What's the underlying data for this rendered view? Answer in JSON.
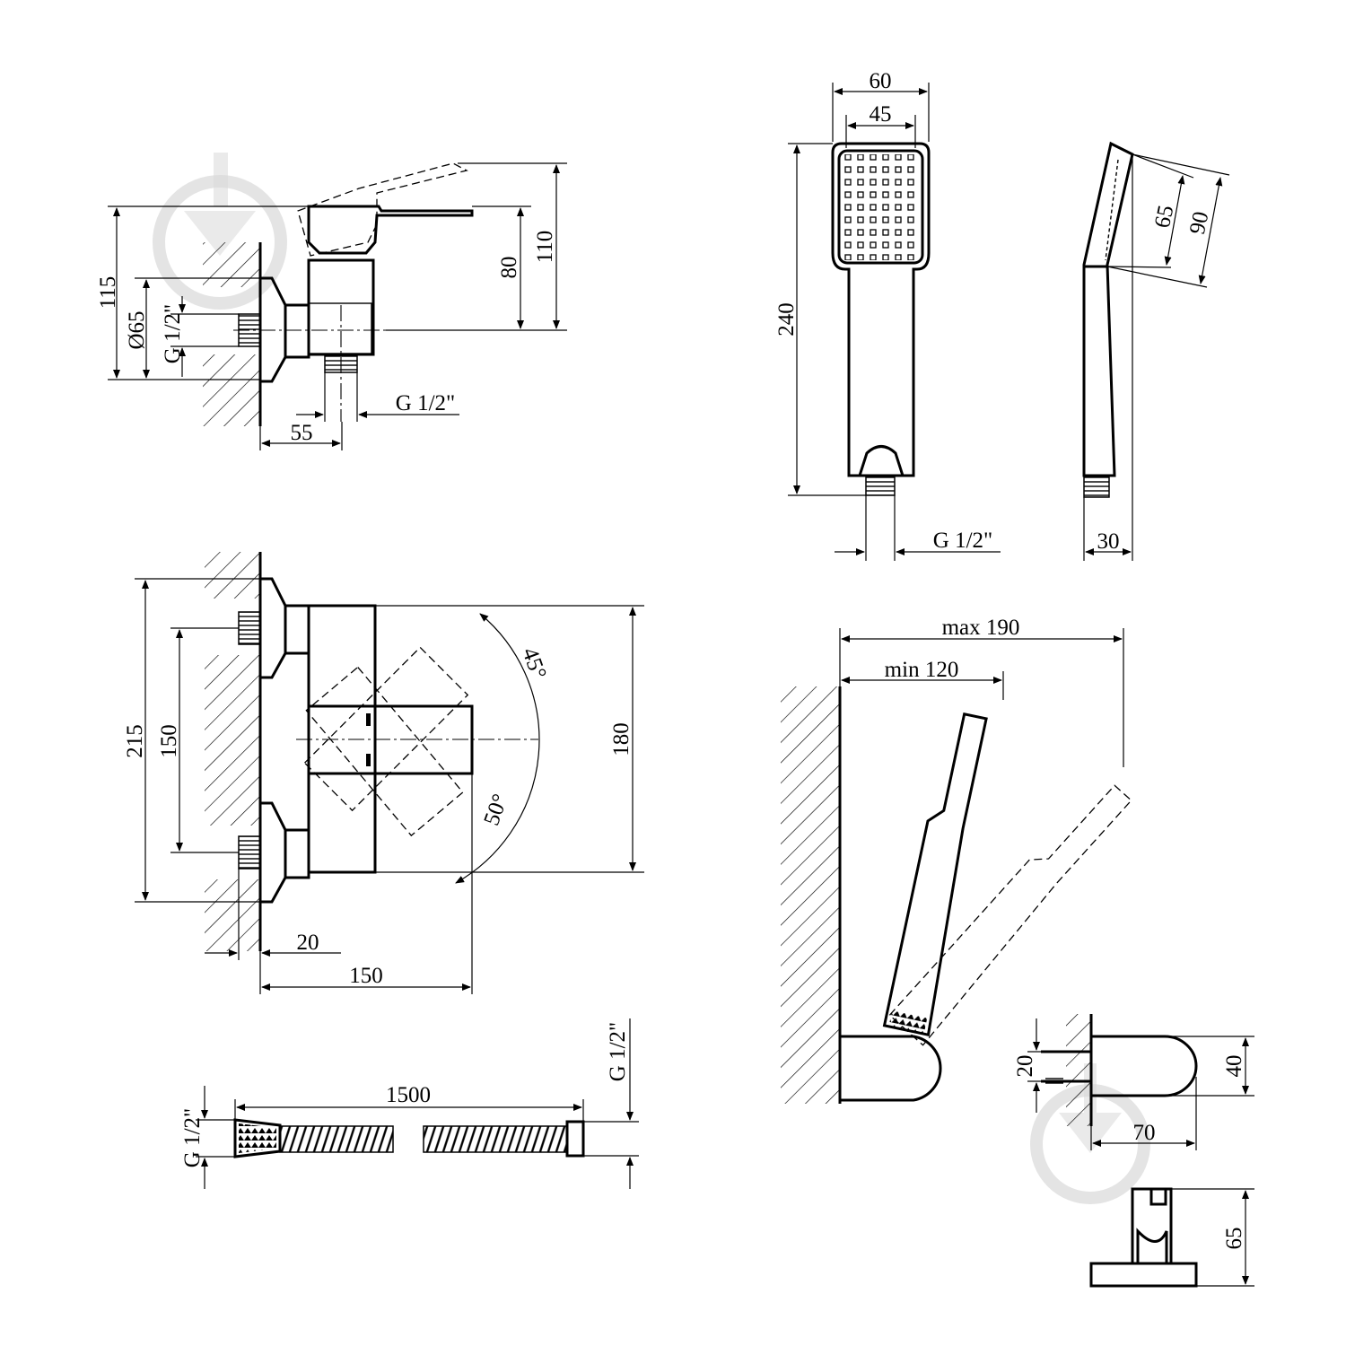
{
  "labels": {
    "mixer_side_115": "115",
    "mixer_side_d65": "Ø65",
    "mixer_side_thread": "G 1/2\"",
    "mixer_side_80": "80",
    "mixer_side_110": "110",
    "mixer_side_55": "55",
    "mixer_side_outlet": "G 1/2\"",
    "shower_60": "60",
    "shower_45": "45",
    "shower_240": "240",
    "shower_thread": "G 1/2\"",
    "shower_65": "65",
    "shower_90": "90",
    "shower_30": "30",
    "mixer_front_215": "215",
    "mixer_front_150v": "150",
    "mixer_front_180": "180",
    "mixer_front_45deg": "45°",
    "mixer_front_50deg": "50°",
    "mixer_front_20": "20",
    "mixer_front_150h": "150",
    "hose_1500": "1500",
    "hose_thread_left": "G 1/2\"",
    "hose_thread_right": "G 1/2\"",
    "holder_max": "max 190",
    "holder_min": "min 120",
    "bracket_20": "20",
    "bracket_40": "40",
    "bracket_70": "70",
    "bracket_65": "65"
  }
}
